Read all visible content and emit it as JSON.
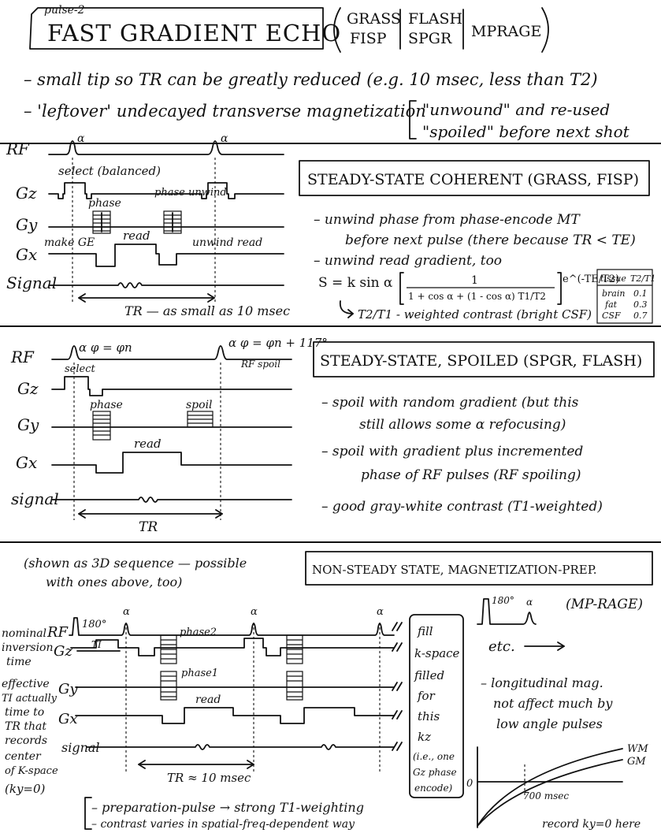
{
  "header": {
    "tag": "pulse-2",
    "title": "FAST GRADIENT ECHO",
    "variants": [
      [
        "GRASS",
        "FISP"
      ],
      [
        "FLASH",
        "SPGR"
      ],
      [
        "MPRAGE"
      ]
    ]
  },
  "intro": {
    "line1": "– small tip so TR can be greatly reduced (e.g. 10 msec, less than T2)",
    "line2": "– 'leftover' undecayed transverse magnetization",
    "option1": "\"unwound\" and re-used",
    "option2": "\"spoiled\" before next shot"
  },
  "section1": {
    "box_title": "STEADY-STATE COHERENT (GRASS, FISP)",
    "rows": [
      "RF",
      "Gz",
      "Gy",
      "Gx",
      "Signal"
    ],
    "labels": {
      "alpha1": "α",
      "alpha2": "α",
      "select": "select (balanced)",
      "phase": "phase",
      "phase_unwind": "phase unwind",
      "make_ge": "make GE",
      "read": "read",
      "unwind_read": "unwind read",
      "tr": "TR — as small as 10 msec"
    },
    "notes": [
      "– unwind phase from phase-encode MT",
      "before next pulse (there because TR < TE)",
      "– unwind read gradient, too"
    ],
    "formula": {
      "lhs": "S = k sin α",
      "numerator": "1",
      "denominator": "1 + cos α + (1 - cos α) T1/T2",
      "exp": "e^(-TE/T2)"
    },
    "contrast": "T2/T1 - weighted contrast (bright CSF)",
    "tissue_table": {
      "headers": [
        "tissue",
        "T2/T1"
      ],
      "rows": [
        [
          "brain",
          "0.1"
        ],
        [
          "fat",
          "0.3"
        ],
        [
          "CSF",
          "0.7"
        ]
      ]
    }
  },
  "section2": {
    "box_title": "STEADY-STATE, SPOILED (SPGR, FLASH)",
    "rows": [
      "RF",
      "Gz",
      "Gy",
      "Gx",
      "signal"
    ],
    "labels": {
      "pulse1": "α φ = φn",
      "pulse2": "α φ = φn + 117°",
      "rf_spoil": "RF spoil",
      "select": "select",
      "phase": "phase",
      "spoil": "spoil",
      "read": "read",
      "tr": "TR"
    },
    "notes": [
      "– spoil with random gradient (but this",
      "still allows some α refocusing)",
      "– spoil with gradient plus incremented",
      "phase of RF pulses (RF spoiling)",
      "– good gray-white contrast (T1-weighted)"
    ]
  },
  "section3": {
    "aside": [
      "(shown as 3D sequence — possible",
      "with ones above, too)"
    ],
    "box_title": "NON-STEADY STATE, MAGNETIZATION-PREP.",
    "mprage": "(MP-RAGE)",
    "rows": [
      "RF",
      "Gz",
      "Gy",
      "Gx",
      "signal"
    ],
    "labels": {
      "deg180": "180°",
      "alpha": "α",
      "ti": "TI",
      "phase2": "phase2",
      "phase1": "phase1",
      "read": "read",
      "tr": "TR ≈ 10 msec",
      "etc": "etc.",
      "mini180": "180°",
      "minialpha": "α"
    },
    "left_notes": [
      "nominal",
      "inversion",
      "time",
      "effective",
      "TI actually",
      "time to",
      "TR that",
      "records",
      "center",
      "of K-space",
      "(ky=0)"
    ],
    "fill_box": [
      "fill",
      "k-space",
      "filled",
      "for",
      "this",
      "kz",
      "(i.e., one",
      "Gz phase",
      "encode)"
    ],
    "long_notes": [
      "– longitudinal mag.",
      "not affect much by",
      "low angle pulses"
    ],
    "graph": {
      "wm": "WM",
      "gm": "GM",
      "zero": "0",
      "time": "700 msec",
      "record": "record ky=0 here"
    },
    "bottom": [
      "– preparation-pulse → strong T1-weighting",
      "– contrast varies in spatial-freq-dependent way"
    ]
  }
}
